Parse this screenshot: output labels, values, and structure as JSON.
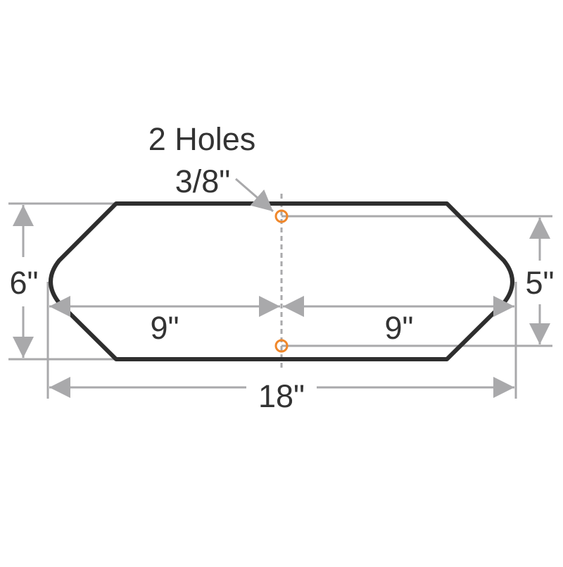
{
  "labels": {
    "holes_count": "2 Holes",
    "hole_diameter": "3/8\"",
    "left_half": "9\"",
    "right_half": "9\"",
    "total_length": "18\"",
    "outer_height": "6\"",
    "hole_spacing": "5\""
  },
  "colors": {
    "outline": "#2e2e2e",
    "dimension": "#a9a9ab",
    "hole": "#f0872a",
    "text": "#333333"
  }
}
